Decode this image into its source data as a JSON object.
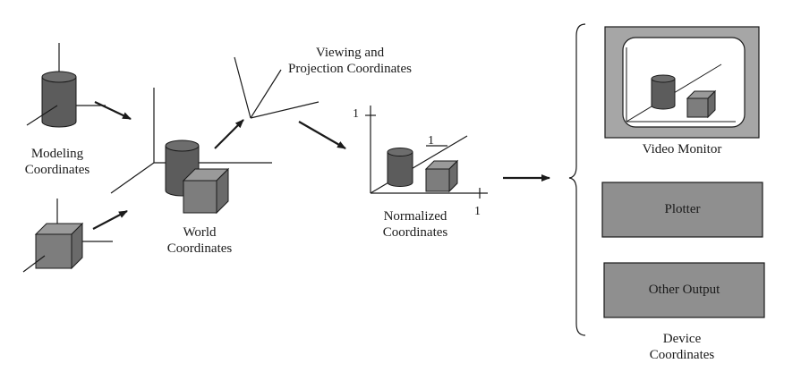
{
  "labels": {
    "modeling": [
      "Modeling",
      "Coordinates"
    ],
    "world": [
      "World",
      "Coordinates"
    ],
    "viewing": [
      "Viewing and",
      "Projection Coordinates"
    ],
    "normalized": [
      "Normalized",
      "Coordinates"
    ],
    "device": [
      "Device",
      "Coordinates"
    ],
    "video_monitor": "Video Monitor",
    "plotter": "Plotter",
    "other_output": "Other Output"
  },
  "ticks": {
    "y_one": "1",
    "z_one": "1",
    "x_one": "1"
  },
  "colors": {
    "solid_dark": "#5c5c5c",
    "solid_top": "#8a8a8a",
    "cube_front": "#7d7d7d",
    "device_box": "#8f8f8f",
    "monitor_frame": "#a6a6a6",
    "line": "#1a1a1a"
  }
}
